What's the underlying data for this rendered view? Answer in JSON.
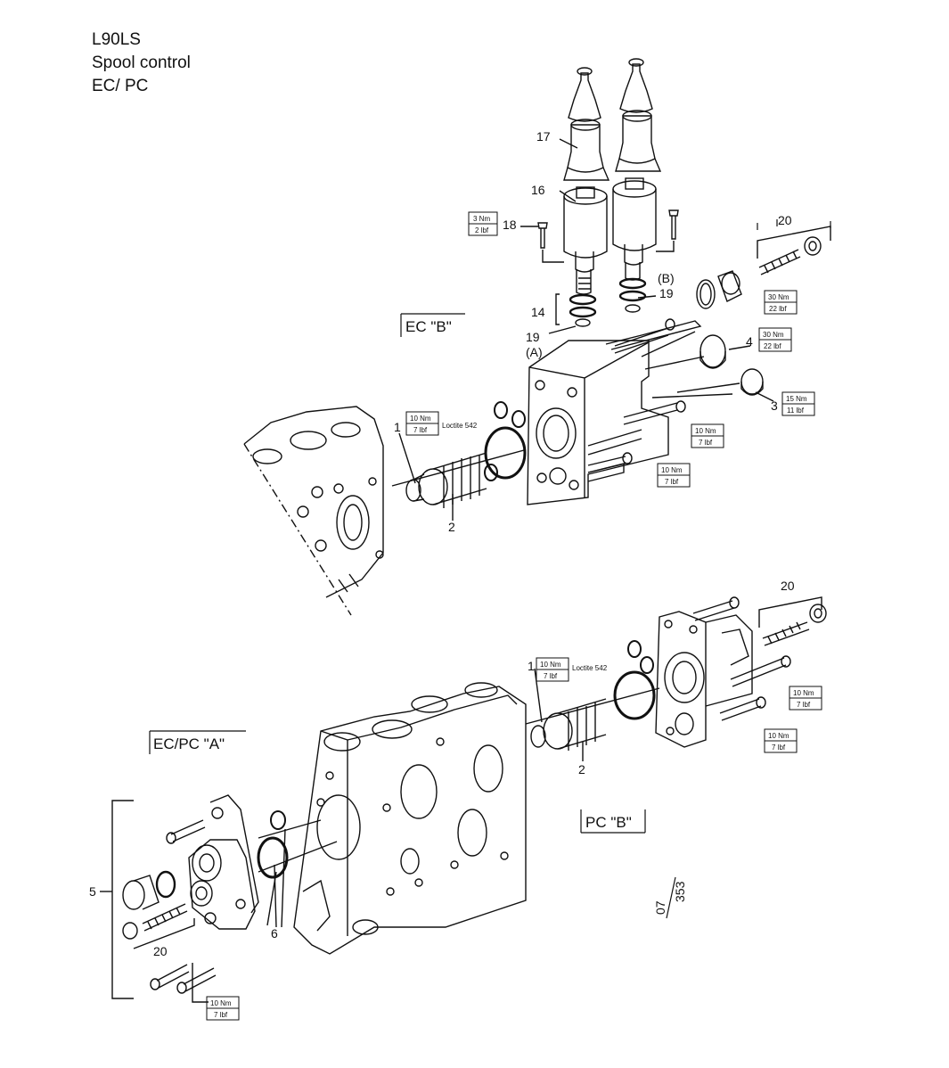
{
  "header": {
    "model": "L90LS",
    "title": "Spool control",
    "variant": "EC/ PC"
  },
  "sections": {
    "ec_b": "EC \"B\"",
    "ecpc_a": "EC/PC \"A\"",
    "pc_b": "PC \"B\""
  },
  "labels": {
    "p1_top": "1",
    "p2_top": "2",
    "p3": "3",
    "p4": "4",
    "p14": "14",
    "p16": "16",
    "p17": "17",
    "p18": "18",
    "p19_a": "19",
    "p19_b": "19",
    "p20_top": "20",
    "mark_a": "(A)",
    "mark_b": "(B)",
    "p20_mid": "20",
    "p1_mid": "1",
    "p2_mid": "2",
    "p5": "5",
    "p6": "6",
    "p20_bot": "20"
  },
  "torques": {
    "t18": [
      "3 Nm",
      "2 lbf"
    ],
    "t_plug_top": [
      "30 Nm",
      "22 lbf"
    ],
    "t4": [
      "30 Nm",
      "22 lbf"
    ],
    "t3": [
      "15 Nm",
      "11 lbf"
    ],
    "t1_top": [
      "10 Nm",
      "7 lbf"
    ],
    "t_bolt1": [
      "10 Nm",
      "7 lbf"
    ],
    "t_bolt2": [
      "10 Nm",
      "7 lbf"
    ],
    "t1_mid": [
      "10 Nm",
      "7 lbf"
    ],
    "t_mid1": [
      "10 Nm",
      "7 lbf"
    ],
    "t_mid2": [
      "10 Nm",
      "7 lbf"
    ],
    "t_bot": [
      "10 Nm",
      "7 lbf"
    ]
  },
  "notes": {
    "loctite_top": "Loctite 542",
    "loctite_mid": "Loctite 542",
    "ref_a": "07",
    "ref_b": "353"
  }
}
